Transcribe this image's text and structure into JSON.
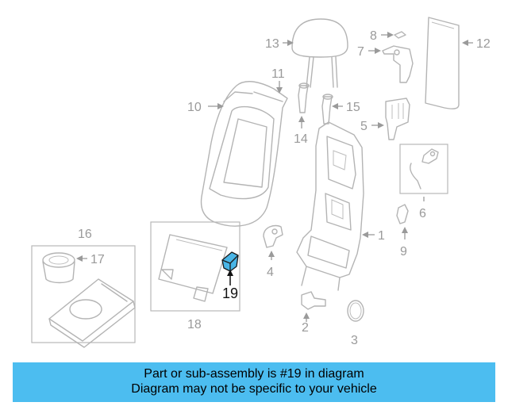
{
  "diagram": {
    "labels": {
      "p1": "1",
      "p2": "2",
      "p3": "3",
      "p4": "4",
      "p5": "5",
      "p6": "6",
      "p7": "7",
      "p8": "8",
      "p9": "9",
      "p10": "10",
      "p11": "11",
      "p12": "12",
      "p13": "13",
      "p14": "14",
      "p15": "15",
      "p16": "16",
      "p17": "17",
      "p18": "18",
      "p19": "19"
    },
    "highlighted_part": "19",
    "colors": {
      "highlight": "#49b5e6",
      "banner": "#4cbdf0",
      "linework": "#b4b4b4"
    }
  },
  "banner": {
    "line1": "Part or sub-assembly is #19 in diagram",
    "line2": "Diagram may not be specific to your vehicle"
  }
}
